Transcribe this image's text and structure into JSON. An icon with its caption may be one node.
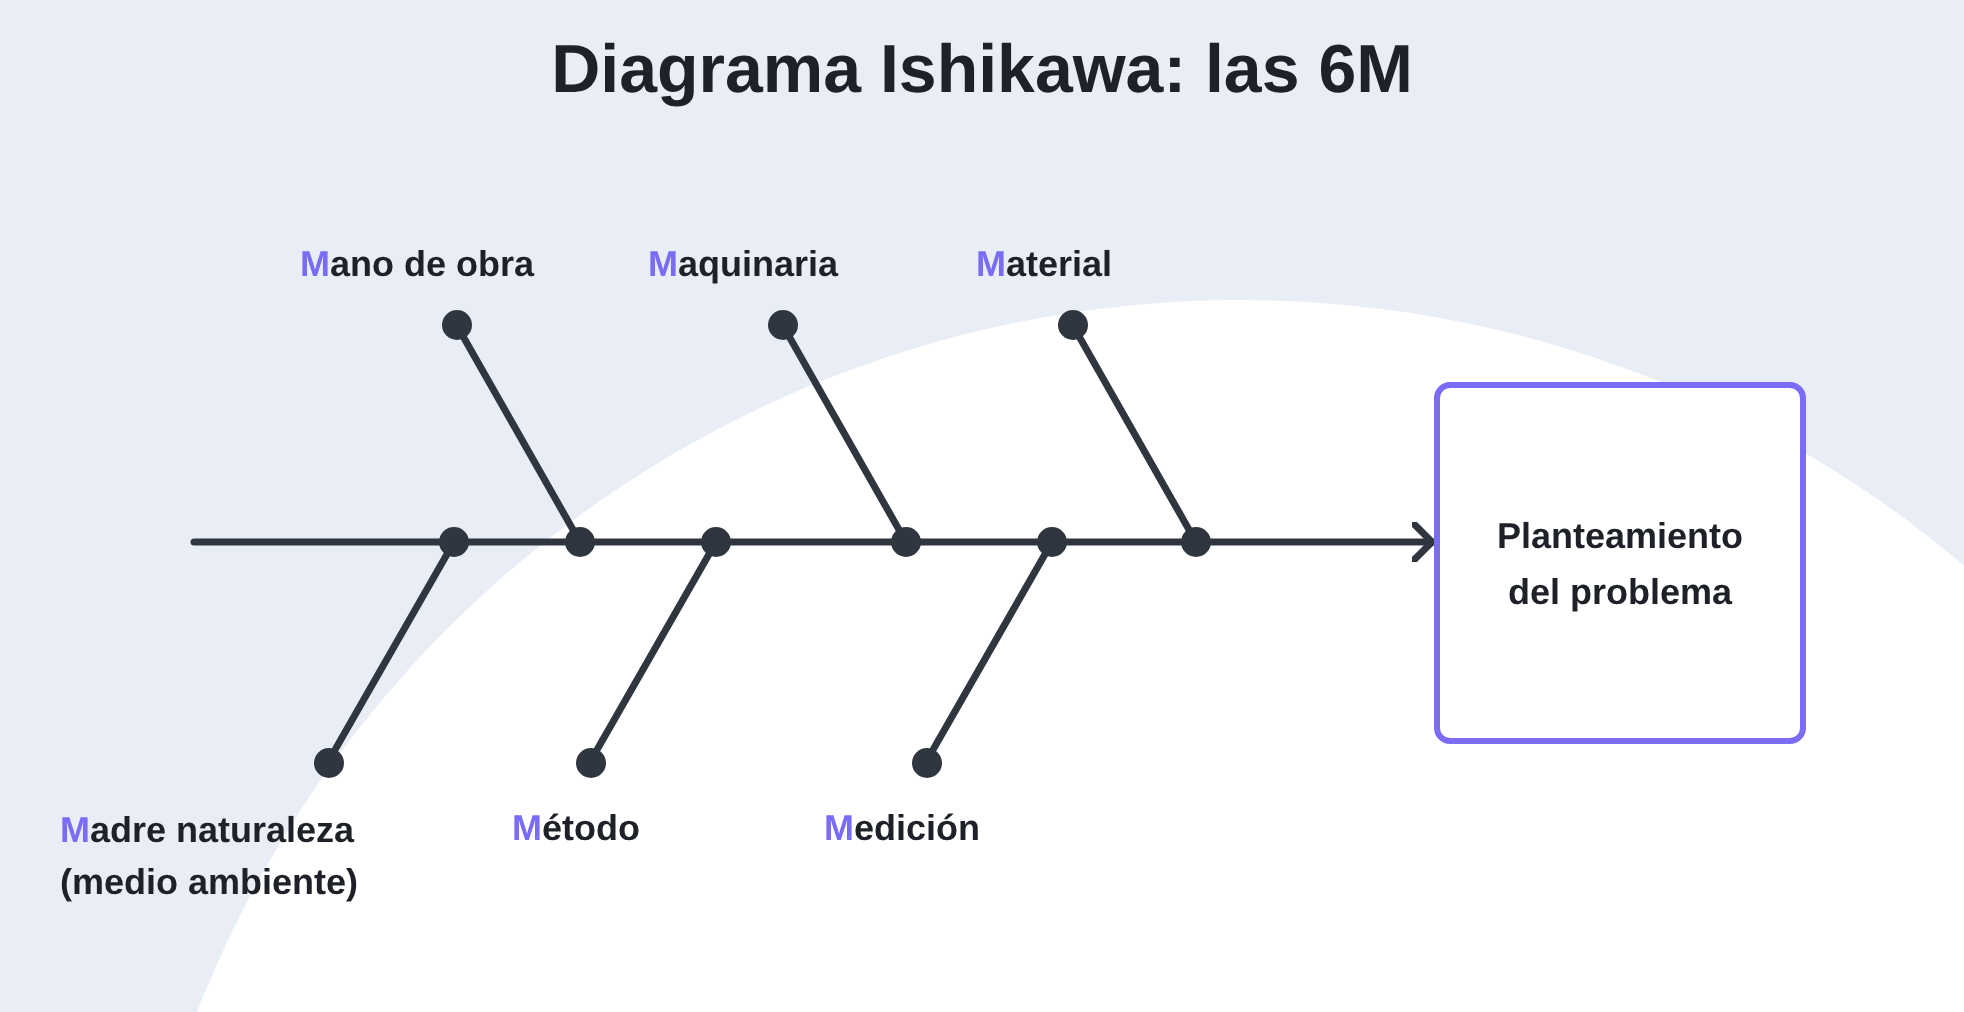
{
  "diagram": {
    "title": "Diagrama Ishikawa: las 6M",
    "nodes": [
      {
        "text": [
          "Mano de obra"
        ]
      },
      {
        "text": [
          "Maquinaria"
        ]
      },
      {
        "text": [
          "Material"
        ]
      },
      {
        "text": [
          "Madre naturaleza (medio ambiente)"
        ]
      },
      {
        "text": [
          "Método"
        ]
      },
      {
        "text": [
          "Medición"
        ]
      },
      {
        "text": [
          "Planteamiento del problema"
        ]
      }
    ],
    "edges": [
      {
        "from": 0,
        "to": null,
        "arrow": "other"
      },
      {
        "from": 1,
        "to": null,
        "arrow": "other"
      },
      {
        "from": 2,
        "to": null,
        "arrow": "other"
      },
      {
        "from": 3,
        "to": null,
        "arrow": "other"
      },
      {
        "from": 4,
        "to": null,
        "arrow": "other"
      },
      {
        "from": 5,
        "to": null,
        "arrow": "other"
      },
      {
        "from": null,
        "to": 6,
        "arrow": "to"
      }
    ]
  }
}
